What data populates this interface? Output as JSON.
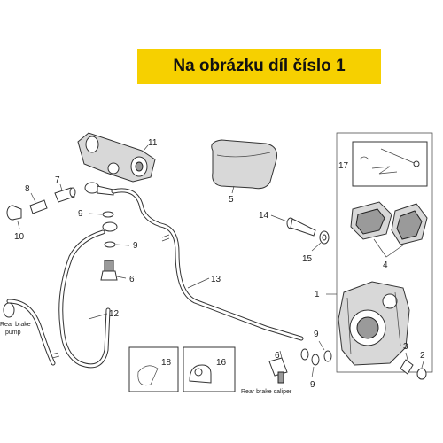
{
  "banner": {
    "text": "Na obrázku díl číslo 1"
  },
  "colors": {
    "banner_bg": "#f6d000",
    "line": "#333333"
  },
  "callouts": {
    "p1": "1",
    "p2": "2",
    "p3": "3",
    "p4": "4",
    "p5": "5",
    "p6a": "6",
    "p6b": "6",
    "p7": "7",
    "p8": "8",
    "p9a": "9",
    "p9b": "9",
    "p9c": "9",
    "p10": "10",
    "p11": "11",
    "p12": "12",
    "p13": "13",
    "p14": "14",
    "p15": "15",
    "p16": "16",
    "p17": "17",
    "p18": "18"
  },
  "labels": {
    "rear_brake_pump_1": "Rear brake",
    "rear_brake_pump_2": "pump",
    "rear_brake_caliper": "Rear brake caliper"
  }
}
